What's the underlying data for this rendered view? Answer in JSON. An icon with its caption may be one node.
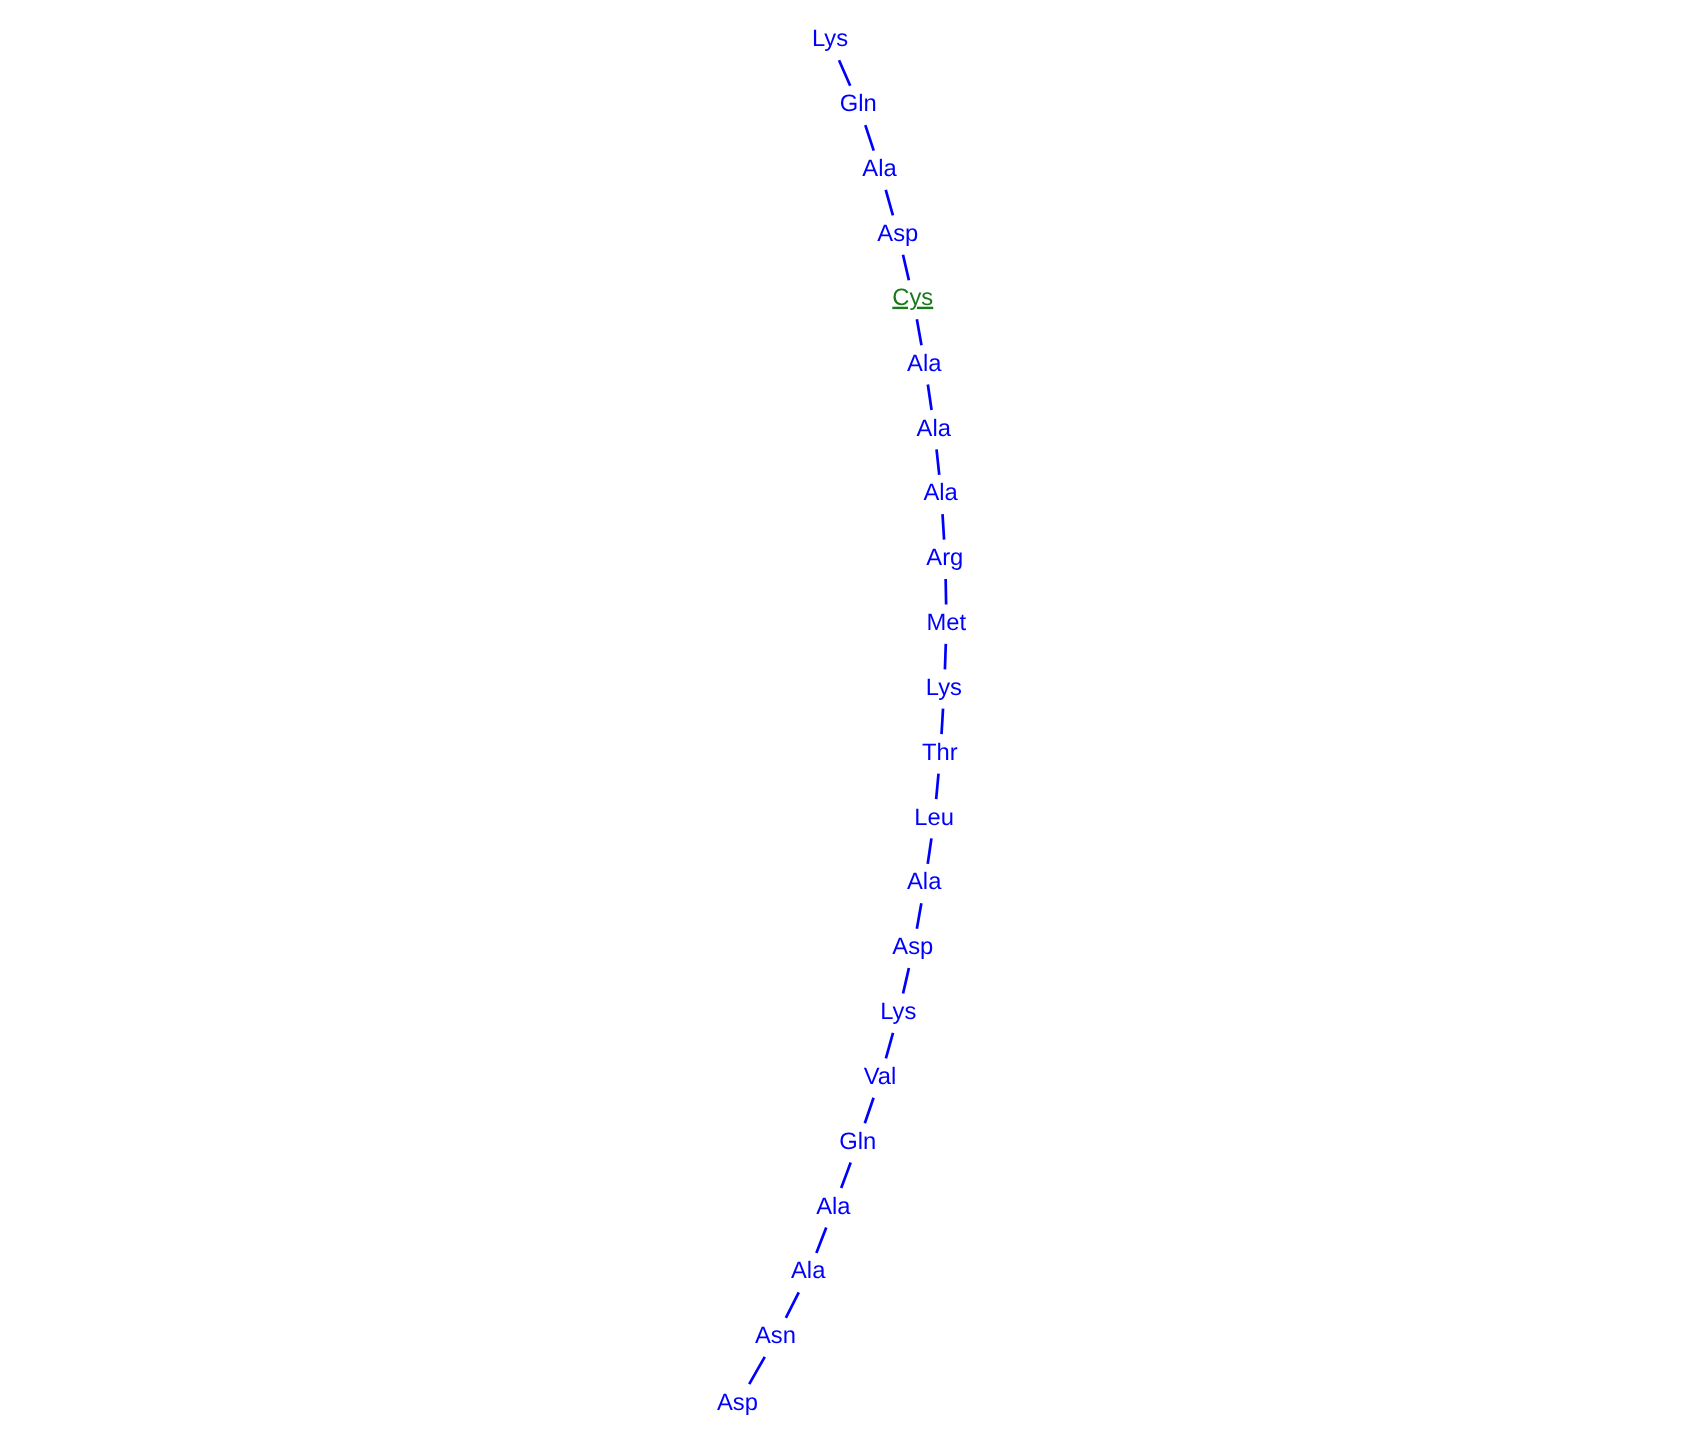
{
  "diagram": {
    "nodes": [
      {
        "text": [
          "Asp"
        ]
      },
      {
        "text": [
          "Asn"
        ]
      },
      {
        "text": [
          "Ala"
        ]
      },
      {
        "text": [
          "Ala"
        ]
      },
      {
        "text": [
          "Gln"
        ]
      },
      {
        "text": [
          "Val"
        ]
      },
      {
        "text": [
          "Lys"
        ]
      },
      {
        "text": [
          "Asp"
        ]
      },
      {
        "text": [
          "Ala"
        ]
      },
      {
        "text": [
          "Leu"
        ]
      },
      {
        "text": [
          "Thr"
        ]
      },
      {
        "text": [
          "Lys"
        ]
      },
      {
        "text": [
          "Met"
        ]
      },
      {
        "text": [
          "Arg"
        ]
      },
      {
        "text": [
          "Ala"
        ]
      },
      {
        "text": [
          "Ala"
        ]
      },
      {
        "text": [
          "Ala"
        ]
      },
      {
        "text": [
          "Cys"
        ]
      },
      {
        "text": [
          "Asp"
        ]
      },
      {
        "text": [
          "Ala"
        ]
      },
      {
        "text": [
          "Gln"
        ]
      },
      {
        "text": [
          "Lys"
        ]
      }
    ],
    "edges": [
      {
        "from": 0,
        "to": 1,
        "arrow": "none"
      },
      {
        "from": 1,
        "to": 2,
        "arrow": "none"
      },
      {
        "from": 2,
        "to": 3,
        "arrow": "none"
      },
      {
        "from": 3,
        "to": 4,
        "arrow": "none"
      },
      {
        "from": 4,
        "to": 5,
        "arrow": "none"
      },
      {
        "from": 5,
        "to": 6,
        "arrow": "none"
      },
      {
        "from": 6,
        "to": 7,
        "arrow": "none"
      },
      {
        "from": 7,
        "to": 8,
        "arrow": "none"
      },
      {
        "from": 8,
        "to": 9,
        "arrow": "none"
      },
      {
        "from": 9,
        "to": 10,
        "arrow": "none"
      },
      {
        "from": 10,
        "to": 11,
        "arrow": "none"
      },
      {
        "from": 11,
        "to": 12,
        "arrow": "none"
      },
      {
        "from": 12,
        "to": 13,
        "arrow": "none"
      },
      {
        "from": 13,
        "to": 14,
        "arrow": "none"
      },
      {
        "from": 14,
        "to": 15,
        "arrow": "none"
      },
      {
        "from": 15,
        "to": 16,
        "arrow": "none"
      },
      {
        "from": 16,
        "to": 17,
        "arrow": "none"
      },
      {
        "from": 17,
        "to": 18,
        "arrow": "none"
      },
      {
        "from": 18,
        "to": 19,
        "arrow": "none"
      },
      {
        "from": 19,
        "to": 20,
        "arrow": "none"
      },
      {
        "from": 20,
        "to": 21,
        "arrow": "none"
      }
    ]
  }
}
